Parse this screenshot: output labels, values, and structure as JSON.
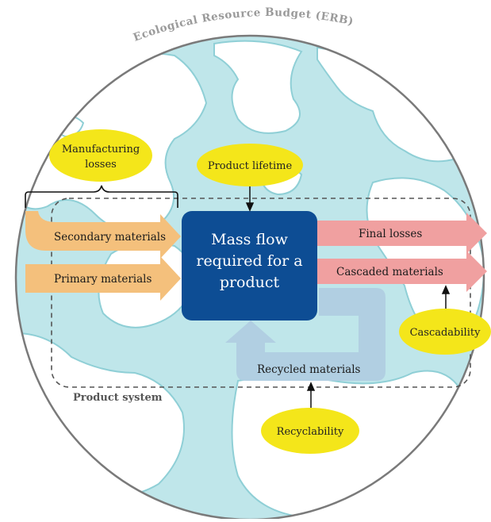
{
  "erb_title": "Ecological Resource Budget (ERB)",
  "product_system_label": "Product system",
  "center_box": {
    "lines": [
      "Mass flow",
      "required for a",
      "product"
    ]
  },
  "inputs": {
    "secondary": "Secondary materials",
    "primary": "Primary materials"
  },
  "outputs": {
    "final_losses": "Final losses",
    "cascaded": "Cascaded materials"
  },
  "recycled": "Recycled materials",
  "ellipses": {
    "manufacturing": [
      "Manufacturing",
      "losses"
    ],
    "lifetime": "Product lifetime",
    "cascadability": "Cascadability",
    "recyclability": "Recyclability"
  },
  "colors": {
    "ocean": "#bfe6ea",
    "land": "#ffffff",
    "center_box": "#0d4d94",
    "input_arrow": "#f4c07c",
    "output_arrow": "#f0a0a0",
    "recycle_arrow": "#b1cfe2",
    "ellipse": "#f4e61a"
  }
}
